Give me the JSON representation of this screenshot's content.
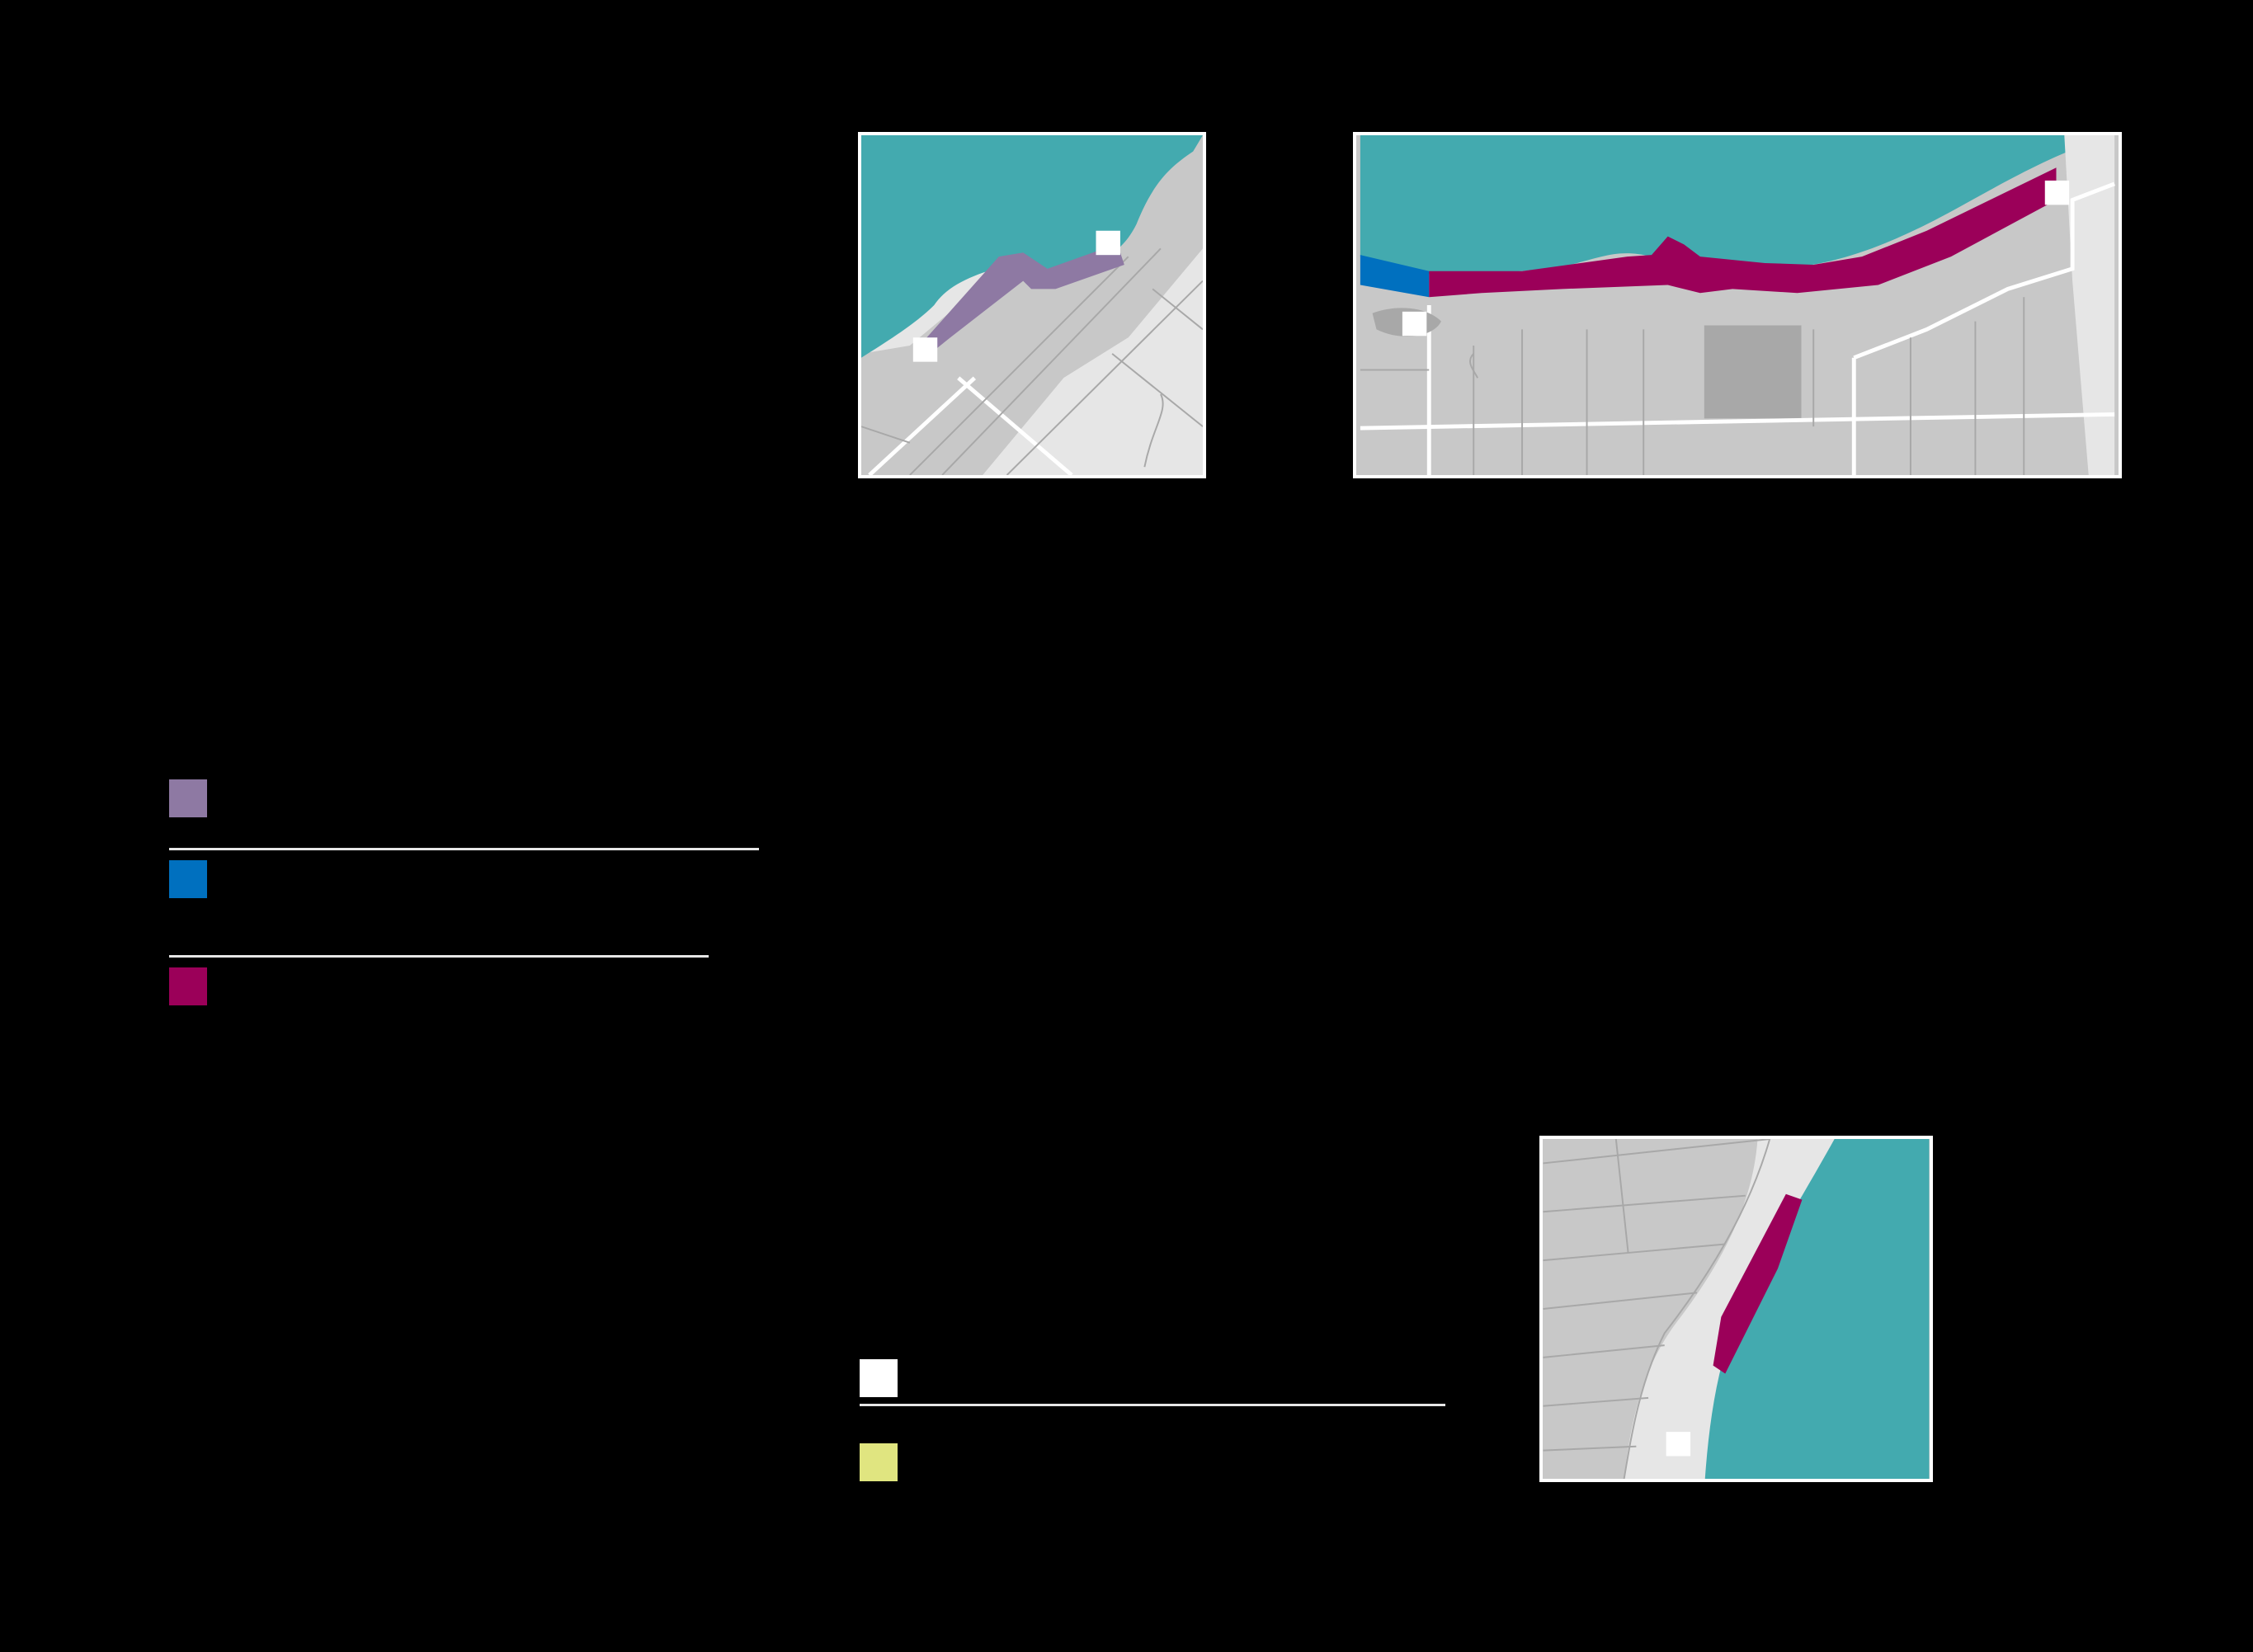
{
  "colors": {
    "background": "#000000",
    "water": "#43aaaf",
    "land": "#c8c8c8",
    "land_light": "#e6e6e6",
    "roads": "#ffffff",
    "purple": "#8e79a3",
    "blue": "#0070bf",
    "magenta": "#9b0059",
    "marker": "#ffffff",
    "yellow_green": "#e0e580"
  },
  "legend_left": {
    "items": [
      {
        "swatch": "purple-swatch",
        "color": "#8e79a3",
        "label": ""
      },
      {
        "swatch": "blue-swatch",
        "color": "#0070bf",
        "label": ""
      },
      {
        "swatch": "magenta-swatch",
        "color": "#9b0059",
        "label": ""
      }
    ]
  },
  "legend_bottom": {
    "items": [
      {
        "swatch": "white-marker-swatch",
        "color": "#ffffff",
        "label": ""
      },
      {
        "swatch": "yellow-green-swatch",
        "color": "#e0e580",
        "label": ""
      }
    ]
  },
  "maps": {
    "map1": {
      "icon": "inset-map-purple-shoreline"
    },
    "map2": {
      "icon": "inset-map-blue-magenta-shoreline"
    },
    "map3": {
      "icon": "inset-map-magenta-coast"
    }
  }
}
